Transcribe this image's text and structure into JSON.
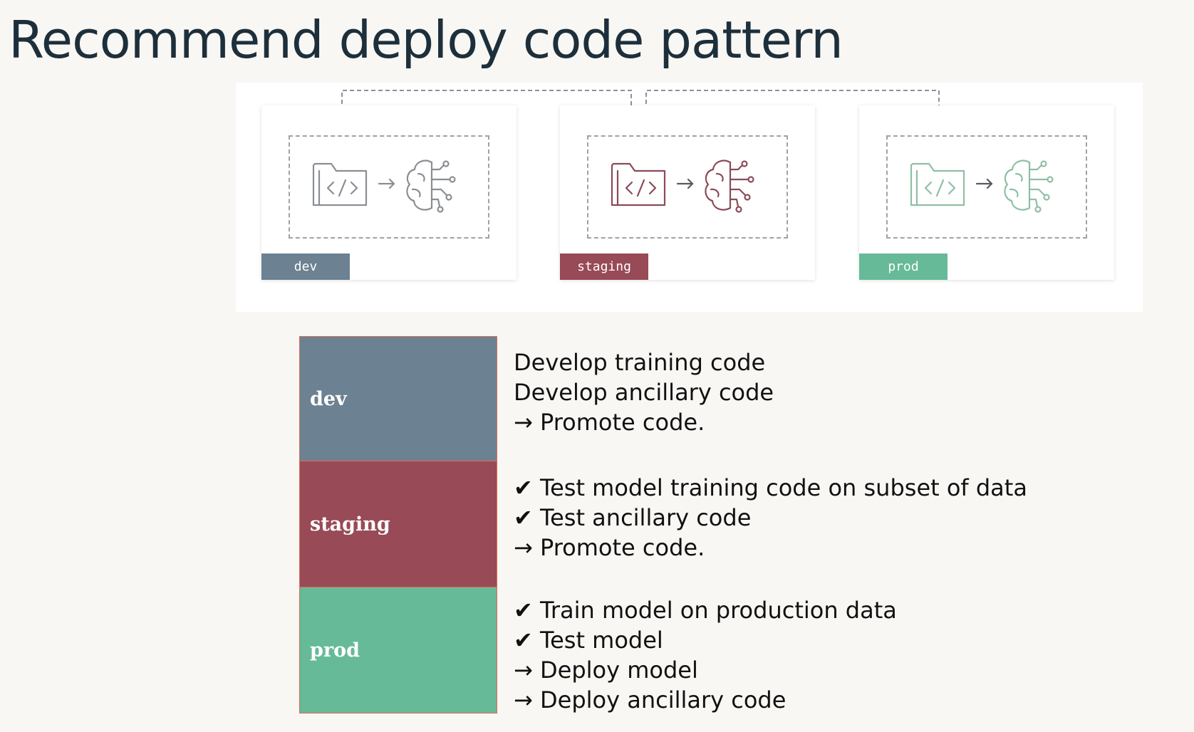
{
  "title": "Recommend deploy code pattern",
  "colors": {
    "dev": "#6c8191",
    "staging": "#984a56",
    "prod": "#66ba98",
    "dev_icon": "#8a8e93",
    "staging_icon": "#8c4a56",
    "prod_icon": "#8fbfa4",
    "title": "#1d2f3b",
    "table_border": "#df6a55"
  },
  "diagram": {
    "environments": [
      {
        "label": "dev",
        "icons": [
          "code-folder-icon",
          "arrow-right-icon",
          "brain-circuit-icon"
        ]
      },
      {
        "label": "staging",
        "icons": [
          "code-folder-icon",
          "arrow-right-icon",
          "brain-circuit-icon"
        ]
      },
      {
        "label": "prod",
        "icons": [
          "code-folder-icon",
          "arrow-right-icon",
          "brain-circuit-icon"
        ]
      }
    ],
    "connectors": [
      "dev-to-staging",
      "staging-to-prod"
    ]
  },
  "table": {
    "rows": [
      {
        "label": "dev",
        "steps": [
          "Develop training code",
          "Develop ancillary code",
          "→ Promote code."
        ]
      },
      {
        "label": "staging",
        "steps": [
          "✔ Test model training code on subset of data",
          "✔ Test ancillary code",
          "→ Promote code."
        ]
      },
      {
        "label": "prod",
        "steps": [
          "✔ Train model on production data",
          "✔ Test model",
          "→ Deploy model",
          "→ Deploy ancillary code"
        ]
      }
    ]
  }
}
